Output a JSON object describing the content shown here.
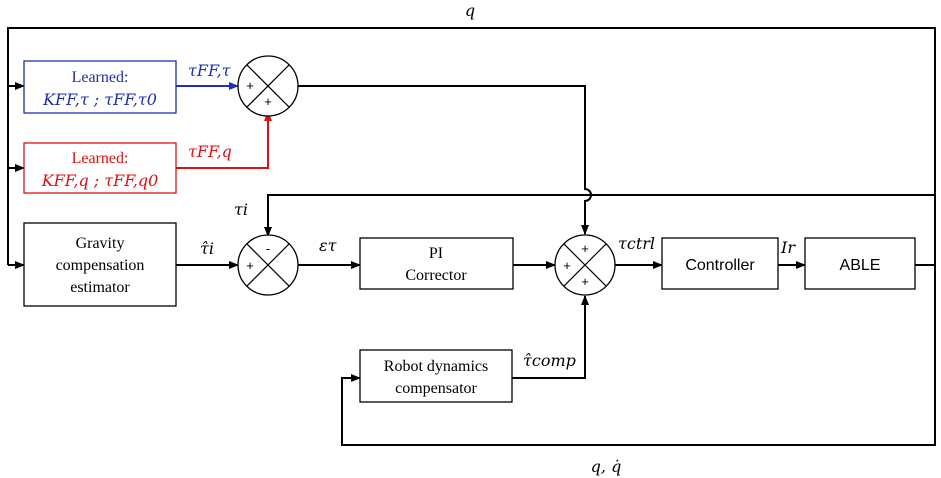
{
  "signals": {
    "top_feedback": "q",
    "bottom_feedback": "q, q̇",
    "tau_ff_tau": "τFF,τ",
    "tau_ff_q": "τFF,q",
    "tau_i": "τi",
    "tau_hat_i": "τ̂i",
    "eps_tau": "ετ",
    "tau_ctrl": "τctrl",
    "i_r": "Ir",
    "tau_hat_comp": "τ̂comp"
  },
  "blocks": {
    "learned_tau": {
      "line1": "Learned:",
      "line2": "KFF,τ ; τFF,τ0"
    },
    "learned_q": {
      "line1": "Learned:",
      "line2": "KFF,q ; τFF,q0"
    },
    "gravity": {
      "line1": "Gravity",
      "line2": "compensation",
      "line3": "estimator"
    },
    "pi": {
      "line1": "PI",
      "line2": "Corrector"
    },
    "controller": {
      "label": "Controller"
    },
    "able": {
      "label": "ABLE"
    },
    "robot_dyn": {
      "line1": "Robot dynamics",
      "line2": "compensator"
    }
  },
  "signs": {
    "sum1_left": "+",
    "sum1_bottom": "+",
    "sum2_top": "-",
    "sum2_left": "+",
    "sum3_top": "+",
    "sum3_left": "+",
    "sum3_bottom": "+"
  },
  "colors": {
    "learned_tau": "#1f2fb0",
    "learned_q": "#e01010",
    "default": "#000000"
  }
}
